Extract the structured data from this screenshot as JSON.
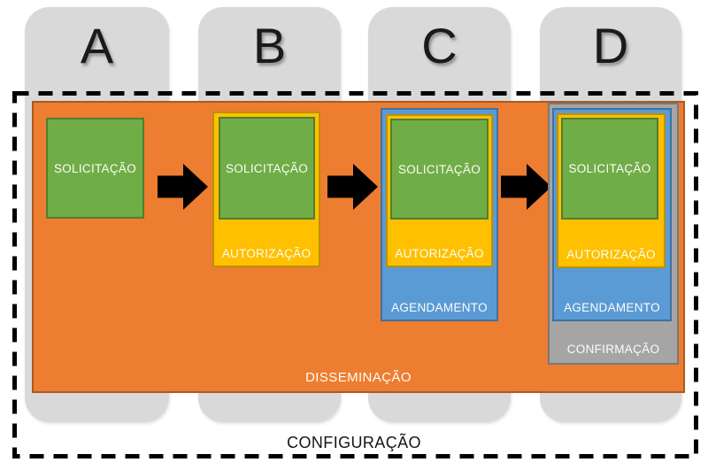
{
  "diagram": {
    "stages": [
      {
        "label": "A"
      },
      {
        "label": "B"
      },
      {
        "label": "C"
      },
      {
        "label": "D"
      }
    ],
    "layers": {
      "solicitacao": "SOLICITAÇÃO",
      "autorizacao": "AUTORIZAÇÃO",
      "agendamento": "AGENDAMENTO",
      "confirmacao": "CONFIRMAÇÃO",
      "disseminacao": "DISSEMINAÇÃO",
      "configuracao": "CONFIGURAÇÃO"
    },
    "colors": {
      "solicitacao_green": "#70AD47",
      "autorizacao_yellow": "#FFC000",
      "agendamento_blue": "#5B9BD5",
      "confirmacao_gray": "#A5A5A5",
      "disseminacao_orange": "#ED7D31",
      "stage_tab_gray": "#D9D9D9",
      "arrow_black": "#000000"
    }
  }
}
